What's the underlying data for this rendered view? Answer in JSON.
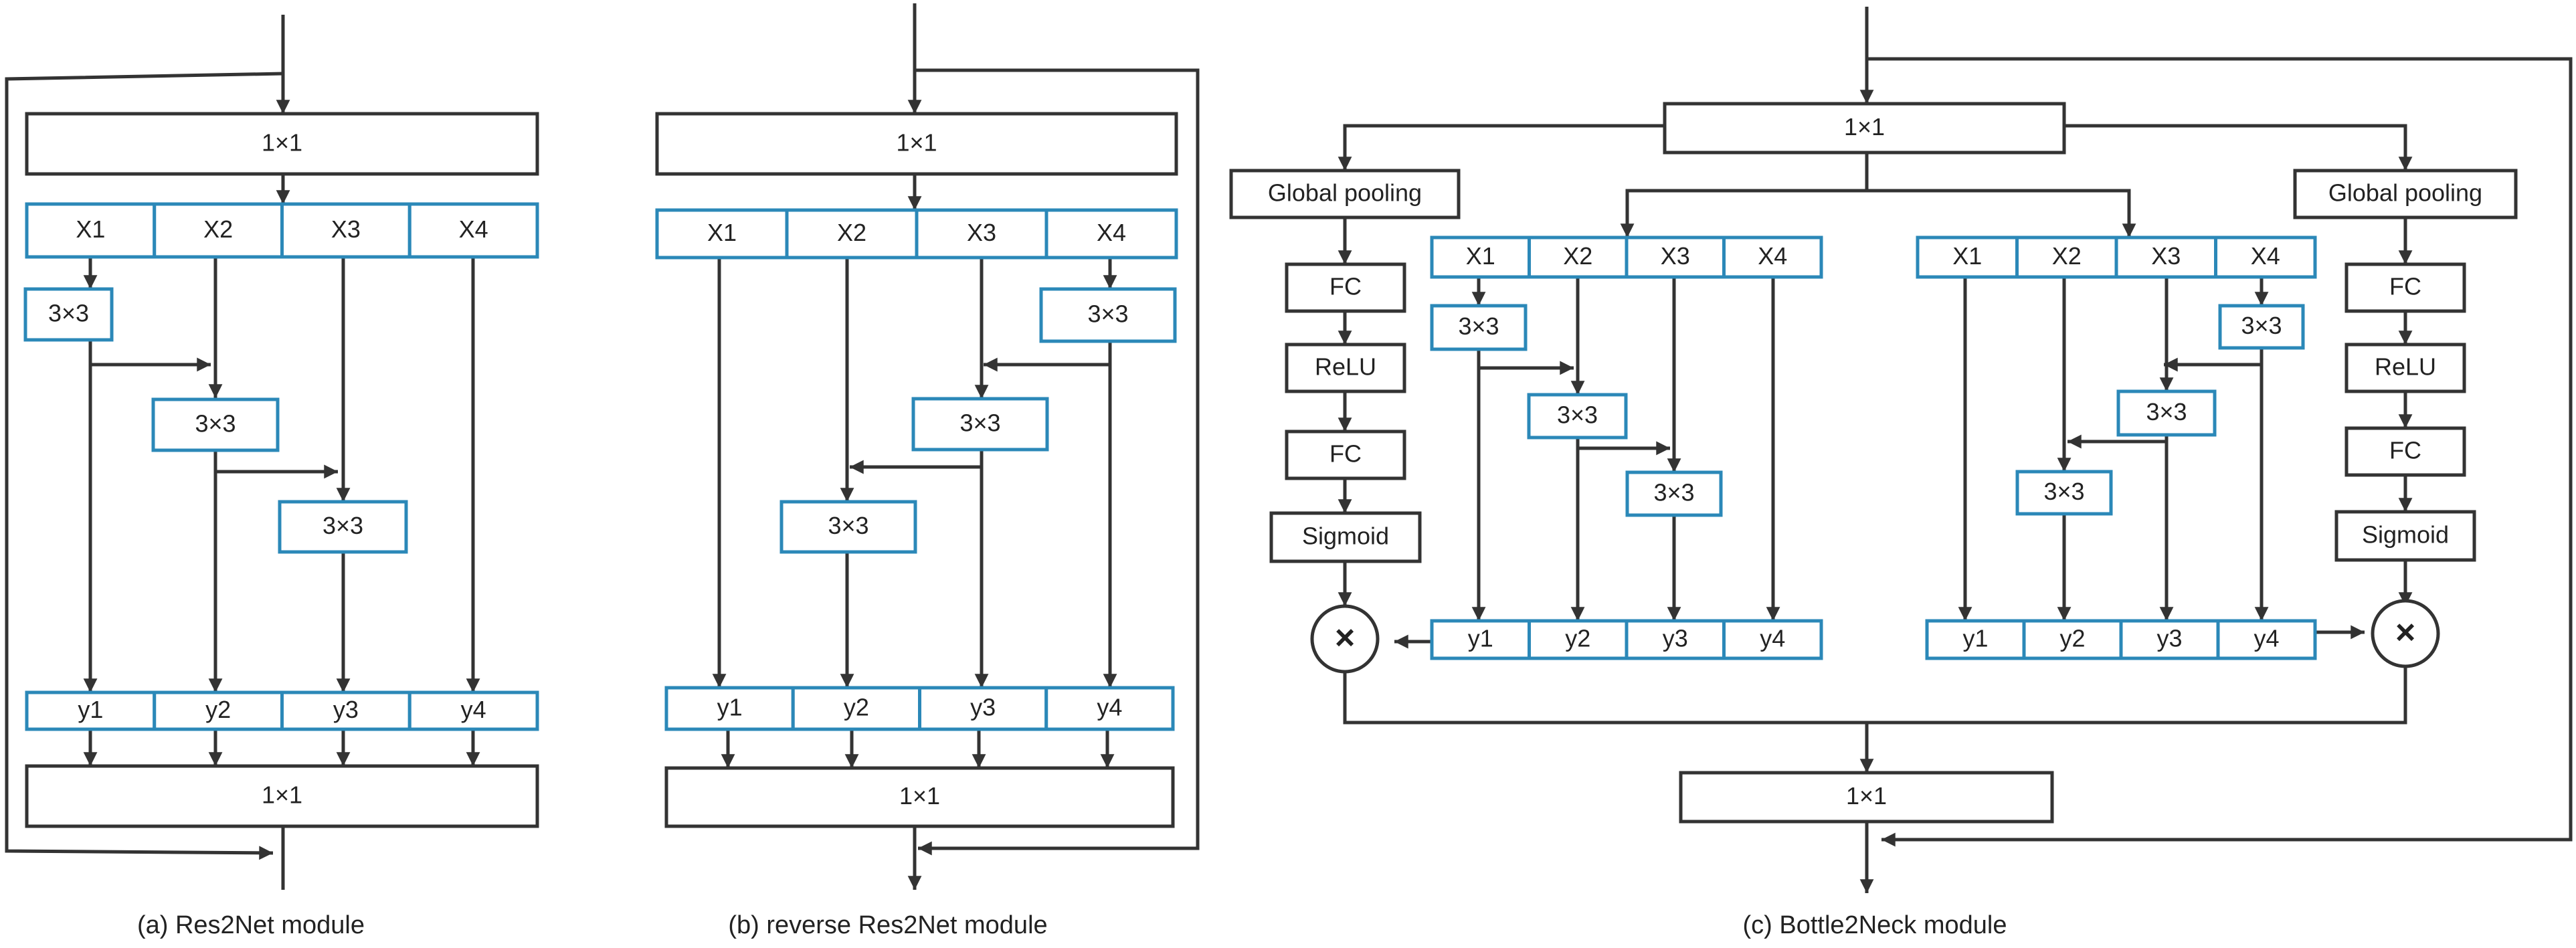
{
  "colors": {
    "ink": "#333333",
    "split_box": "#2b88b8",
    "background": "#ffffff"
  },
  "panel_a": {
    "caption": "(a) Res2Net module",
    "top_conv": "1×1",
    "bottom_conv": "1×1",
    "splits": [
      "X1",
      "X2",
      "X3",
      "X4"
    ],
    "convs": [
      "3×3",
      "3×3",
      "3×3"
    ],
    "outputs": [
      "y1",
      "y2",
      "y3",
      "y4"
    ]
  },
  "panel_b": {
    "caption": "(b) reverse Res2Net module",
    "top_conv": "1×1",
    "bottom_conv": "1×1",
    "splits": [
      "X1",
      "X2",
      "X3",
      "X4"
    ],
    "convs": [
      "3×3",
      "3×3",
      "3×3"
    ],
    "outputs": [
      "y1",
      "y2",
      "y3",
      "y4"
    ]
  },
  "panel_c": {
    "caption": "(c) Bottle2Neck module",
    "top_conv": "1×1",
    "bottom_conv": "1×1",
    "left_se": [
      "Global pooling",
      "FC",
      "ReLU",
      "FC",
      "Sigmoid"
    ],
    "right_se": [
      "Global pooling",
      "FC",
      "ReLU",
      "FC",
      "Sigmoid"
    ],
    "multiply_symbol": "×",
    "left_branch": {
      "splits": [
        "X1",
        "X2",
        "X3",
        "X4"
      ],
      "convs": [
        "3×3",
        "3×3",
        "3×3"
      ],
      "outputs": [
        "y1",
        "y2",
        "y3",
        "y4"
      ]
    },
    "right_branch": {
      "splits": [
        "X1",
        "X2",
        "X3",
        "X4"
      ],
      "convs": [
        "3×3",
        "3×3",
        "3×3"
      ],
      "outputs": [
        "y1",
        "y2",
        "y3",
        "y4"
      ]
    }
  }
}
